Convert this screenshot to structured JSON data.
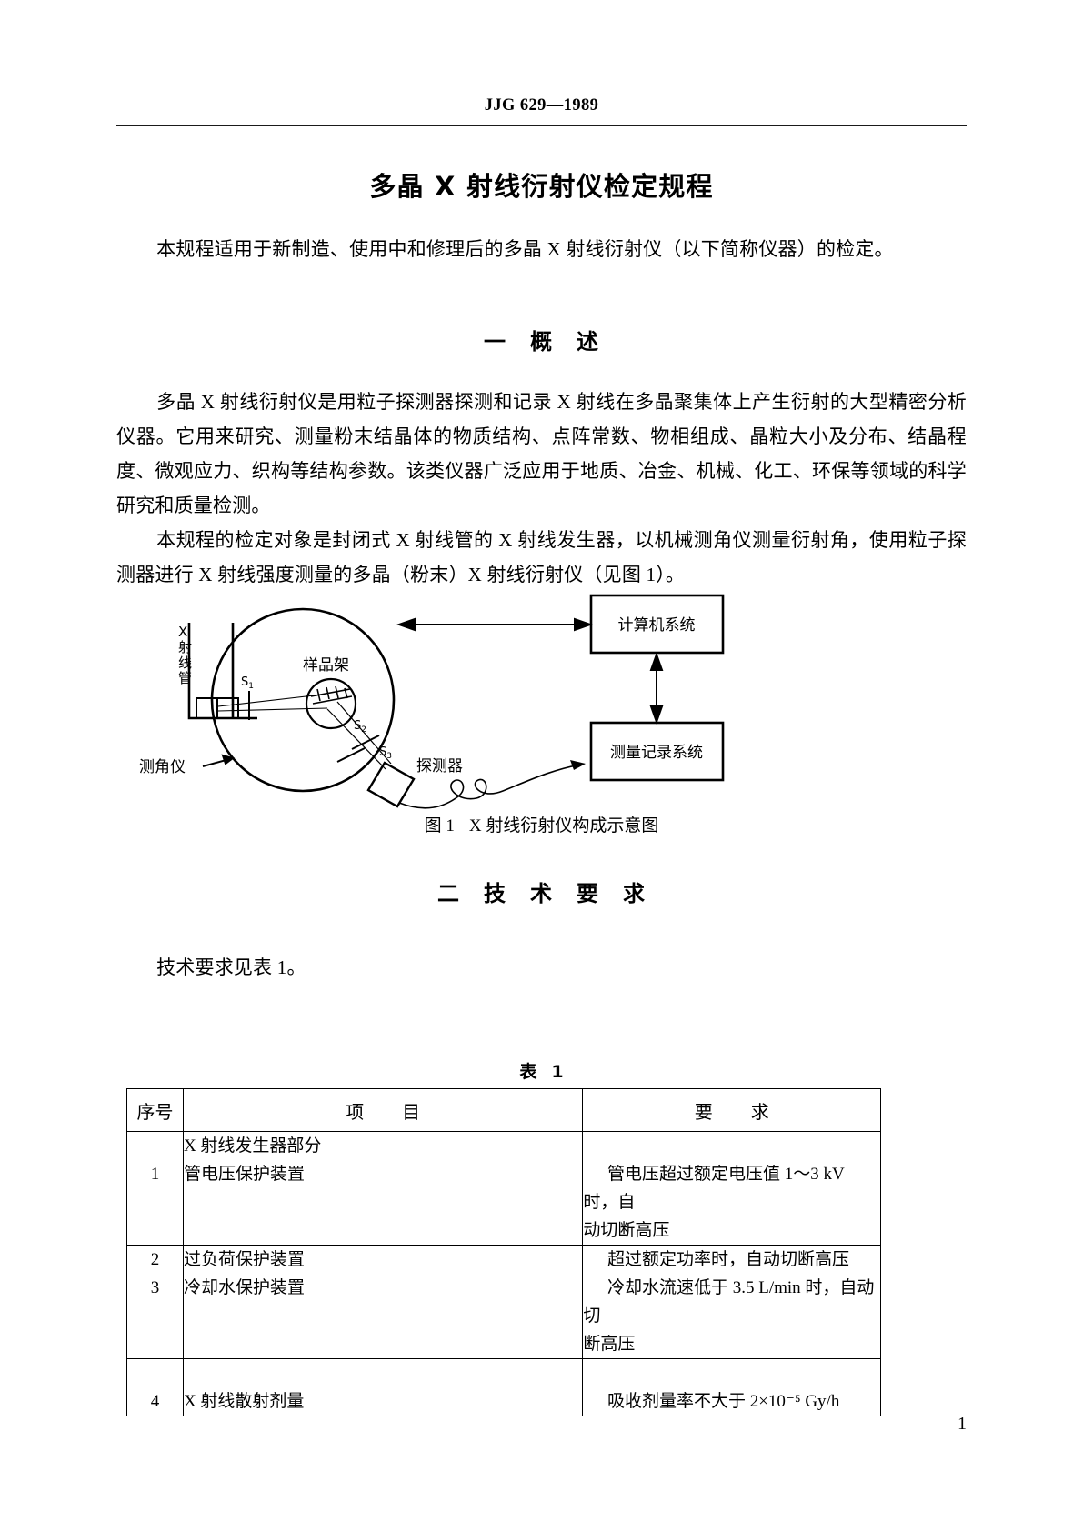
{
  "header": {
    "standard_code": "JJG 629—1989"
  },
  "title": "多晶 X 射线衍射仪检定规程",
  "intro": "本规程适用于新制造、使用中和修理后的多晶 X 射线衍射仪（以下简称仪器）的检定。",
  "sections": [
    {
      "number": "一",
      "name": "概　述",
      "heading_parts": [
        "一",
        "概",
        "述"
      ],
      "paragraphs": [
        "多晶 X 射线衍射仪是用粒子探测器探测和记录 X 射线在多晶聚集体上产生衍射的大型精密分析仪器。它用来研究、测量粉末结晶体的物质结构、点阵常数、物相组成、晶粒大小及分布、结晶程度、微观应力、织构等结构参数。该类仪器广泛应用于地质、冶金、机械、化工、环保等领域的科学研究和质量检测。",
        "本规程的检定对象是封闭式 X 射线管的 X 射线发生器，以机械测角仪测量衍射角，使用粒子探测器进行 X 射线强度测量的多晶（粉末）X 射线衍射仪（见图 1）。"
      ]
    },
    {
      "number": "二",
      "name": "技 术 要 求",
      "heading_parts": [
        "二",
        "技",
        "术",
        "要",
        "求"
      ],
      "paragraphs": [
        "技术要求见表 1。"
      ]
    }
  ],
  "figure": {
    "caption_number": "图 1",
    "caption_text": "X 射线衍射仪构成示意图",
    "labels": {
      "xray_tube": "X射线管",
      "sample_holder": "样品架",
      "goniometer": "测角仪",
      "detector": "探测器",
      "computer_system": "计算机系统",
      "recording_system": "测量记录系统",
      "slit_1": "S1",
      "slit_2": "S2",
      "slit_3": "S3"
    }
  },
  "table": {
    "label_prefix": "表",
    "label_number": "1",
    "headers": {
      "no": "序号",
      "item": "项　目",
      "item_left": "项",
      "item_right": "目",
      "requirement": "要　求",
      "req_left": "要",
      "req_right": "求"
    },
    "rows": [
      {
        "no": "1",
        "item_lines": [
          "X 射线发生器部分",
          "管电压保护装置"
        ],
        "req_lines": [
          "管电压超过额定电压值 1～3 kV 时，自",
          "动切断高压"
        ]
      },
      {
        "no": "2",
        "item_lines": [
          "过负荷保护装置"
        ],
        "req_lines": [
          "超过额定功率时，自动切断高压"
        ]
      },
      {
        "no": "3",
        "item_lines": [
          "冷却水保护装置"
        ],
        "req_lines": [
          "冷却水流速低于 3.5 L/min 时，自动切",
          "断高压"
        ]
      },
      {
        "no": "4",
        "item_lines": [
          "X 射线散射剂量"
        ],
        "req_lines": [
          "吸收剂量率不大于 2×10⁻⁵ Gy/h"
        ]
      }
    ]
  },
  "page_number": "1"
}
